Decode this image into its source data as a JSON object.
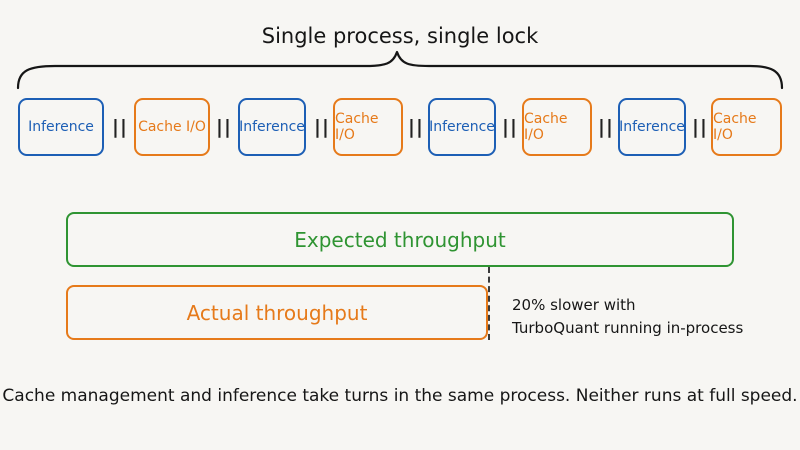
{
  "header": {
    "label": "Single process, single lock"
  },
  "pipeline": [
    {
      "type": "inference",
      "label": "Inference"
    },
    {
      "type": "sep",
      "label": "||"
    },
    {
      "type": "cache",
      "label": "Cache I/O"
    },
    {
      "type": "sep",
      "label": "||"
    },
    {
      "type": "inference",
      "label": "Inference"
    },
    {
      "type": "sep",
      "label": "||"
    },
    {
      "type": "cache",
      "label": "Cache I/O"
    },
    {
      "type": "sep",
      "label": "||"
    },
    {
      "type": "inference",
      "label": "Inference"
    },
    {
      "type": "sep",
      "label": "||"
    },
    {
      "type": "cache",
      "label": "Cache I/O"
    },
    {
      "type": "sep",
      "label": "||"
    },
    {
      "type": "inference",
      "label": "Inference"
    },
    {
      "type": "sep",
      "label": "||"
    },
    {
      "type": "cache",
      "label": "Cache I/O"
    }
  ],
  "throughput": {
    "expected_label": "Expected throughput",
    "actual_label": "Actual throughput",
    "actual_fraction_of_expected": 0.63,
    "note_line1": "20% slower with",
    "note_line2": "TurboQuant running in-process"
  },
  "caption": "Cache management and inference take turns in the same process. Neither runs at full speed.",
  "colors": {
    "inference": "#1d5fb5",
    "cache": "#e67a1a",
    "expected": "#2f9432",
    "text": "#161616"
  }
}
